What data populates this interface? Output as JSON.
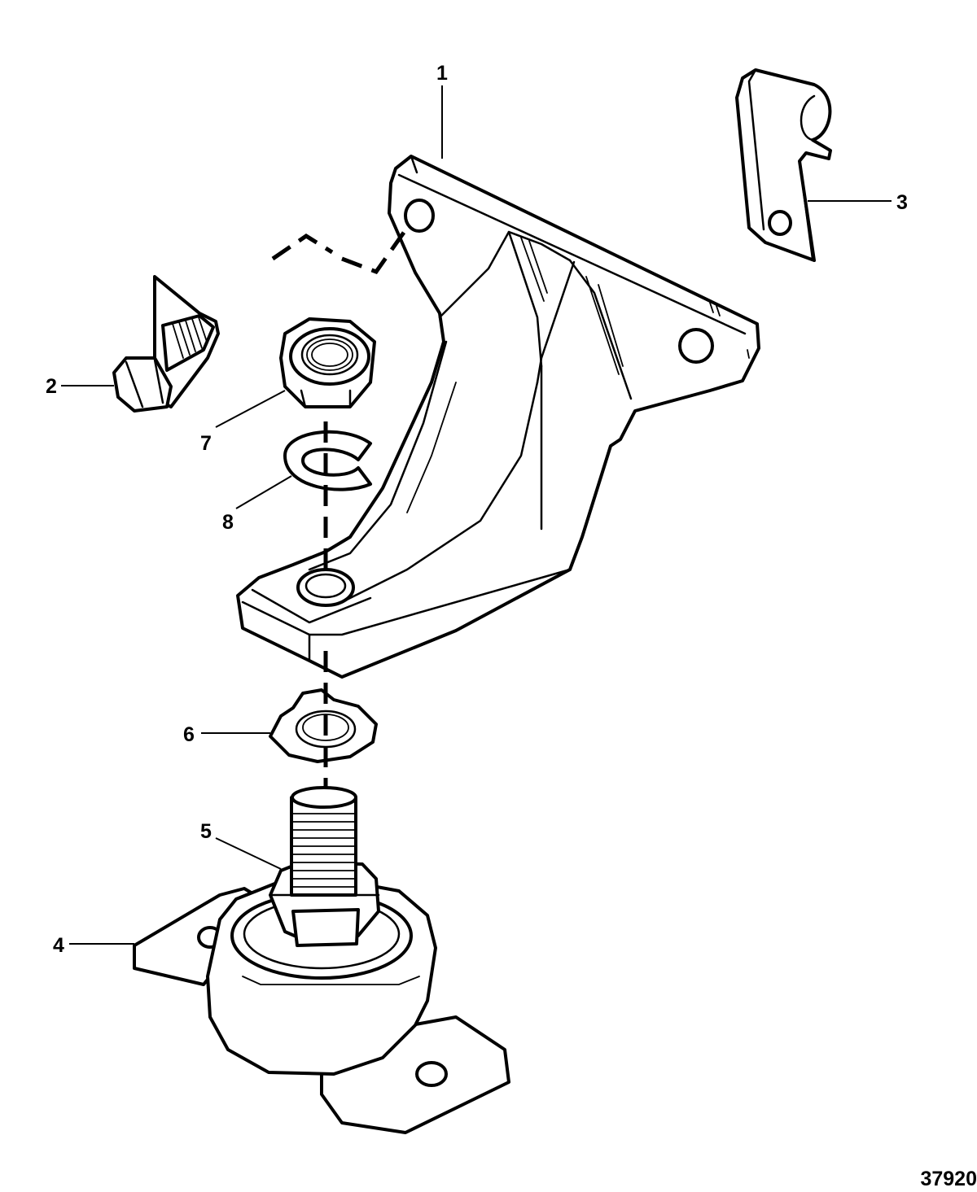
{
  "callouts": {
    "c1": "1",
    "c2": "2",
    "c3": "3",
    "c4": "4",
    "c5": "5",
    "c6": "6",
    "c7": "7",
    "c8": "8"
  },
  "figure_number": "37920"
}
